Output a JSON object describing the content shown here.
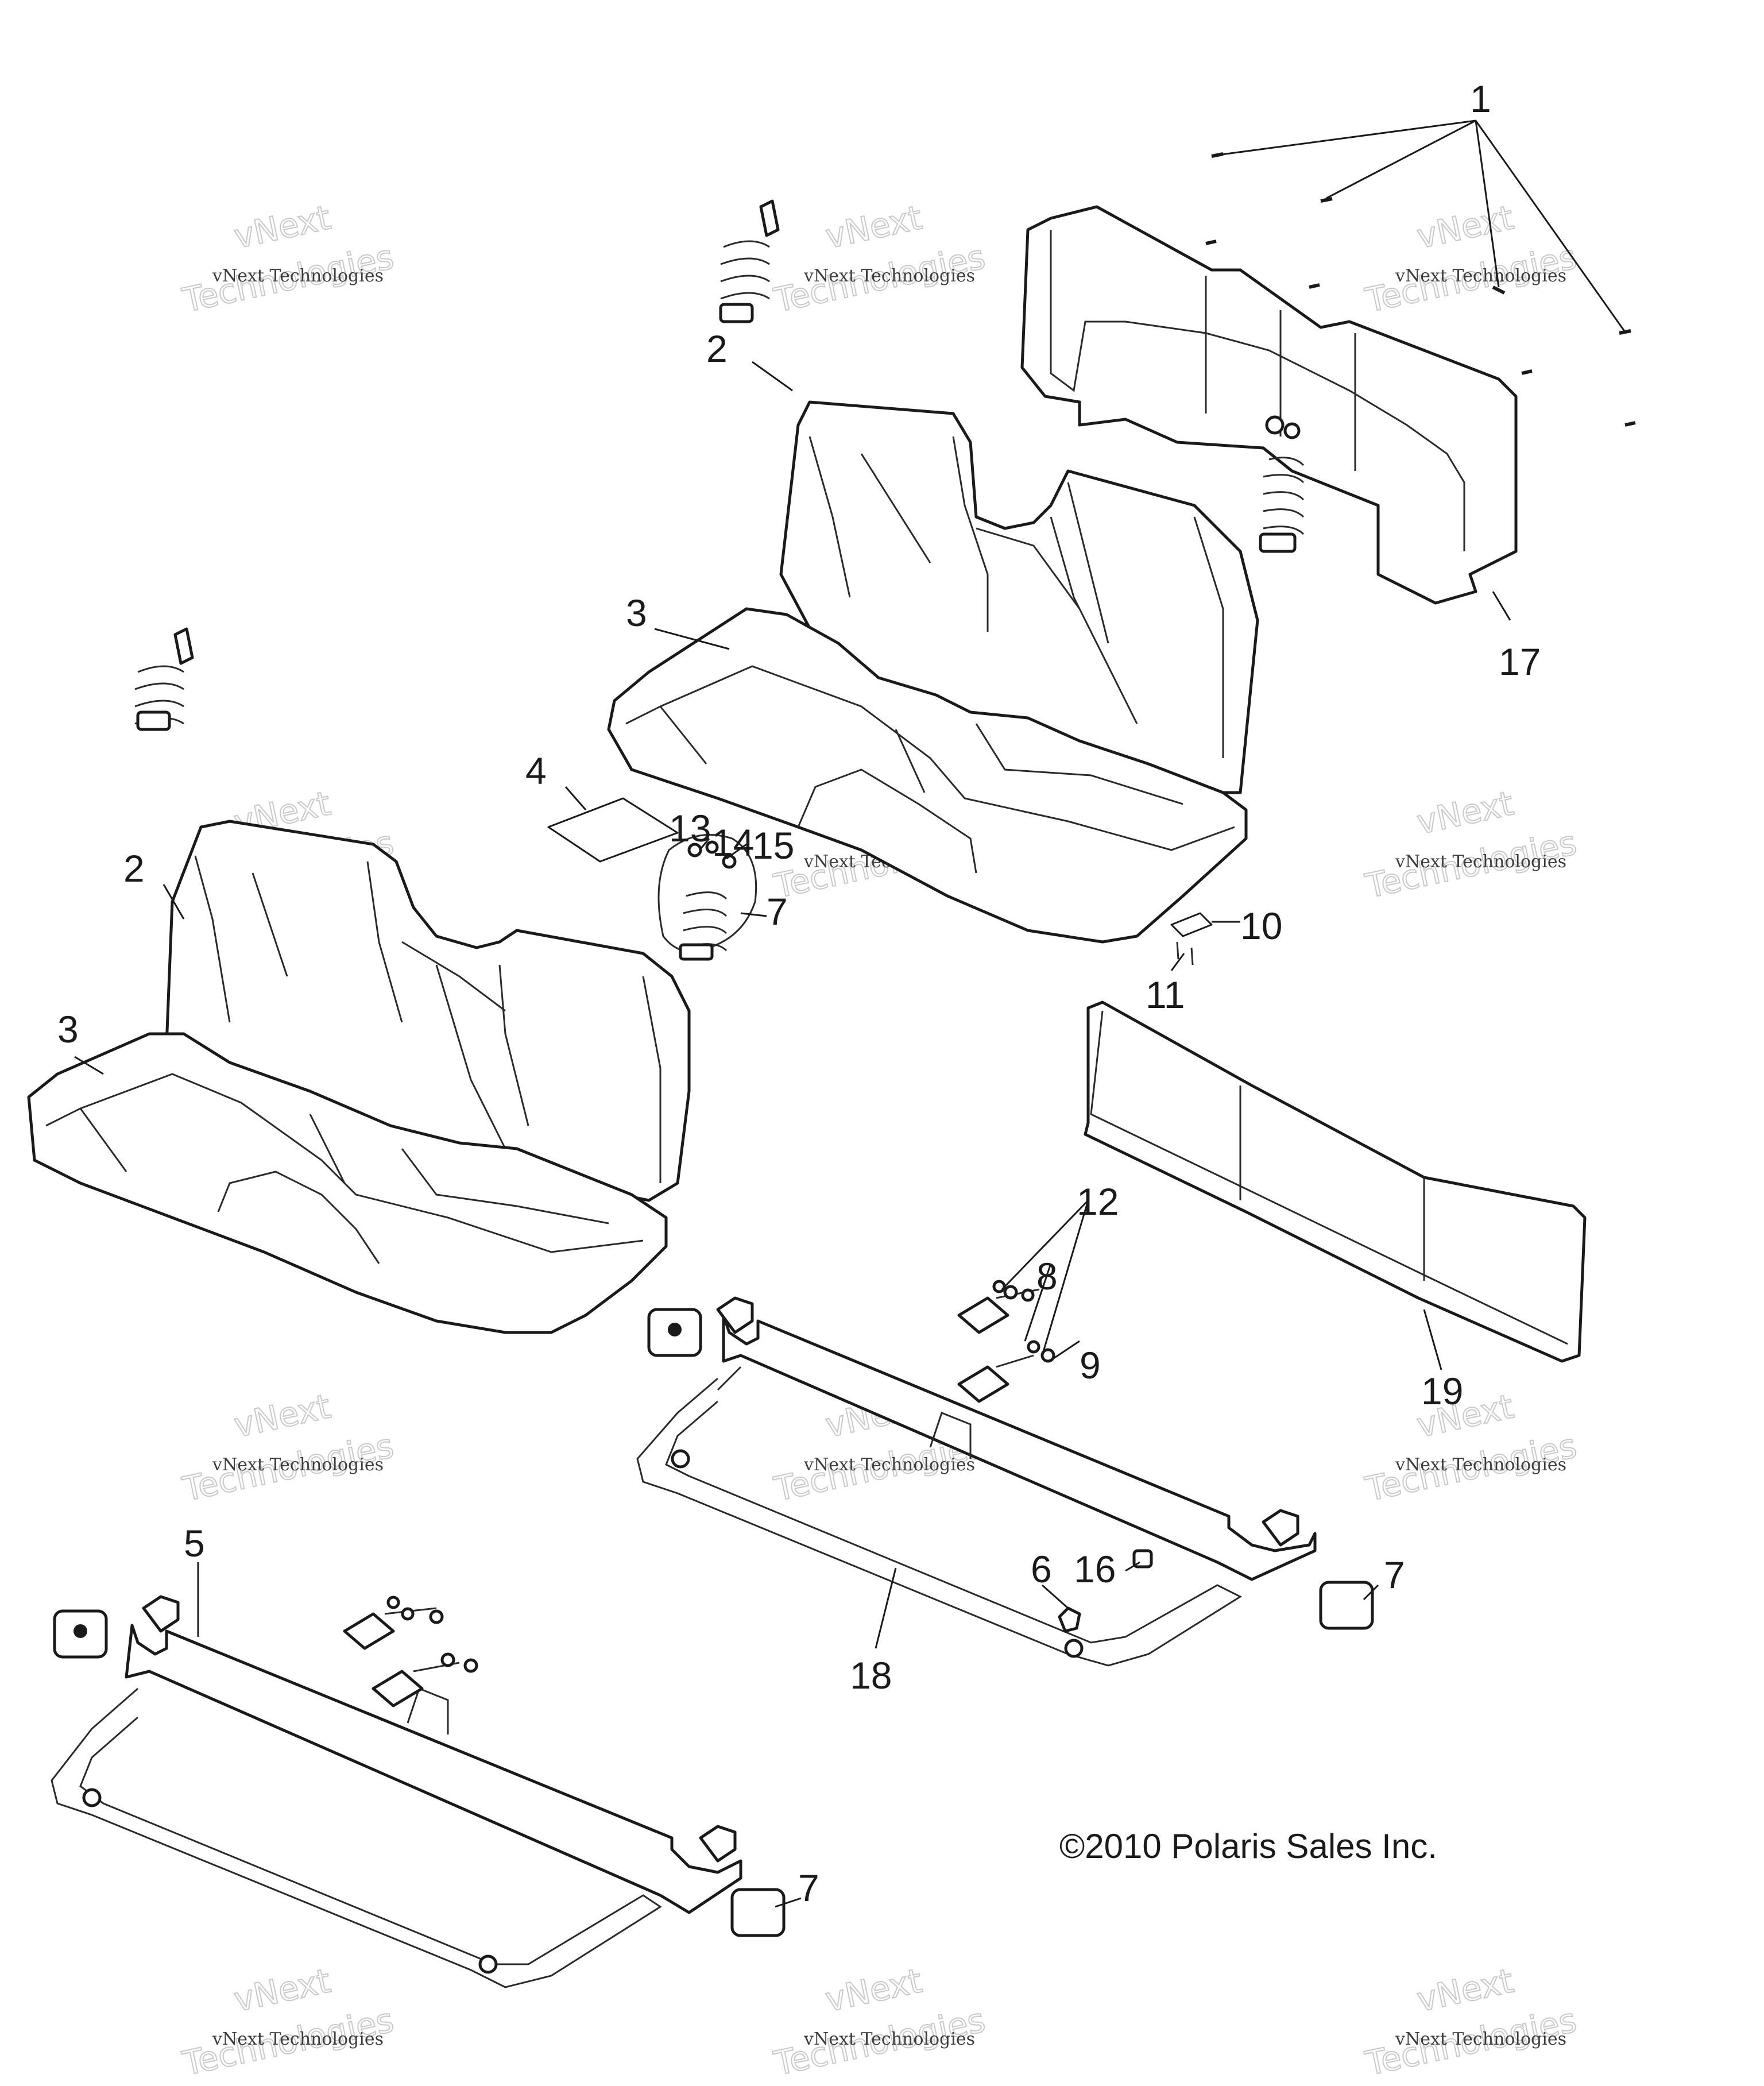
{
  "diagram": {
    "copyright": "©2010 Polaris Sales Inc.",
    "watermark": {
      "small": "vNext Technologies",
      "big_top": "vNext",
      "big_bottom": "Technologies"
    },
    "callouts": {
      "c1": "1",
      "c2a": "2",
      "c2b": "2",
      "c3a": "3",
      "c3b": "3",
      "c4": "4",
      "c5": "5",
      "c6": "6",
      "c7a": "7",
      "c7b": "7",
      "c7c": "7",
      "c8": "8",
      "c9": "9",
      "c10": "10",
      "c11": "11",
      "c12": "12",
      "c13": "13",
      "c14": "14",
      "c15": "15",
      "c16": "16",
      "c17": "17",
      "c18": "18",
      "c19": "19"
    }
  }
}
